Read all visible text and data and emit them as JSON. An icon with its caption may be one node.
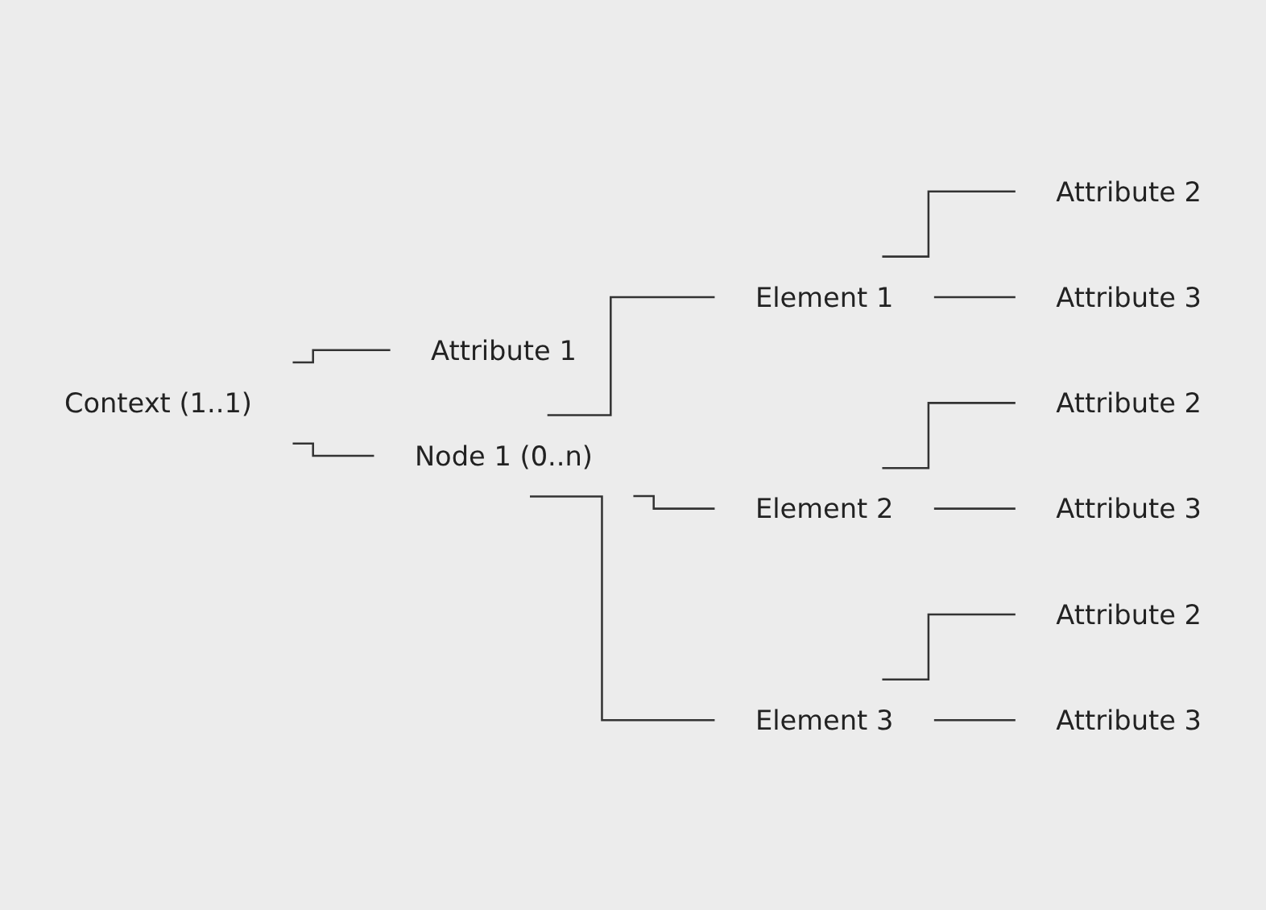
{
  "diagram": {
    "nodes": [
      {
        "text": [
          "Context (1..1)"
        ]
      },
      {
        "text": [
          "Attribute 1"
        ]
      },
      {
        "text": [
          "Node 1 (0..n)"
        ]
      },
      {
        "text": [
          "Element 1"
        ]
      },
      {
        "text": [
          "Attribute 2"
        ]
      },
      {
        "text": [
          "Attribute 3"
        ]
      },
      {
        "text": [
          "Element 2"
        ]
      },
      {
        "text": [
          "Attribute 2"
        ]
      },
      {
        "text": [
          "Attribute 3"
        ]
      },
      {
        "text": [
          "Element 3"
        ]
      },
      {
        "text": [
          "Attribute 2"
        ]
      },
      {
        "text": [
          "Attribute 3"
        ]
      }
    ],
    "edges": [
      {
        "from": 0,
        "to": 1,
        "arrow": "none"
      },
      {
        "from": 0,
        "to": 2,
        "arrow": "none"
      },
      {
        "from": 2,
        "to": 3,
        "arrow": "none"
      },
      {
        "from": 3,
        "to": 4,
        "arrow": "none"
      },
      {
        "from": 3,
        "to": 5,
        "arrow": "none"
      },
      {
        "from": 2,
        "to": 6,
        "arrow": "none"
      },
      {
        "from": 6,
        "to": 7,
        "arrow": "none"
      },
      {
        "from": 6,
        "to": 8,
        "arrow": "none"
      },
      {
        "from": 2,
        "to": 9,
        "arrow": "none"
      },
      {
        "from": 9,
        "to": 10,
        "arrow": "none"
      },
      {
        "from": 9,
        "to": 11,
        "arrow": "none"
      }
    ]
  }
}
